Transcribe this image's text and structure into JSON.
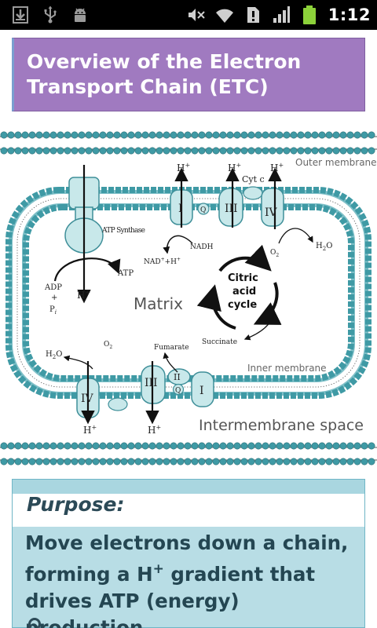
{
  "status_bar": {
    "time": "1:12",
    "icons_left": [
      "download-icon",
      "usb-icon",
      "android-debug-icon"
    ],
    "icons_right": [
      "mute-icon",
      "wifi-icon",
      "sim-alert-icon",
      "signal-icon",
      "battery-icon"
    ]
  },
  "header": {
    "title": "Overview of the Electron Transport Chain (ETC)"
  },
  "diagram": {
    "outer_membrane": "Outer membrane",
    "inner_membrane": "Inner membrane",
    "matrix": "Matrix",
    "intermembrane_space": "Intermembrane space",
    "atp_synthase": "ATP Synthase",
    "atp": "ATP",
    "adp": "ADP",
    "plus": "+",
    "pi": "P",
    "pi_sub": "i",
    "h_plus": "H",
    "h_sup": "+",
    "nad": "NAD",
    "nad_rest": "+H",
    "nadh": "NADH",
    "cyt_c": "Cyt c",
    "o2": "O",
    "o2_sub": "2",
    "h2o": "H",
    "h2o_sub": "2",
    "h2o_o": "O",
    "fumarate": "Fumarate",
    "succinate": "Succinate",
    "citric_line1": "Citric",
    "citric_line2": "acid",
    "citric_line3": "cycle",
    "complex_i": "I",
    "complex_ii": "II",
    "complex_iii": "III",
    "complex_iv": "IV",
    "q": "Q"
  },
  "purpose": {
    "heading": "Purpose:",
    "body_part1": "Move electrons down a chain, forming a H",
    "body_sup": "+",
    "body_part2": " gradient that drives ATP (energy) production"
  }
}
